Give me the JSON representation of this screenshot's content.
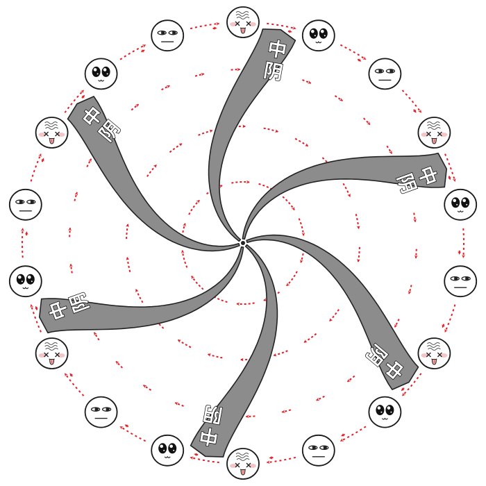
{
  "diagram": {
    "band_text": {
      "char_top": "中",
      "char_bottom": "阴"
    },
    "colors": {
      "background": "#ffffff",
      "band_fill": "#8c8c8c",
      "band_edge": "#222222",
      "arrow": "#e41e26",
      "face_outline": "#1a1a1a",
      "face_fill": "#ffffff",
      "blush": "#f2b6b6"
    },
    "band_count": 6,
    "arrow_ring_count": 4,
    "face_cycle": [
      "dizzy-face-icon",
      "shocked-face-icon",
      "neutral-face-icon"
    ],
    "outer_face_count": 18
  }
}
